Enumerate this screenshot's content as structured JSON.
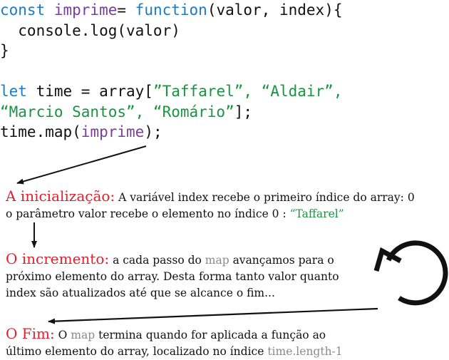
{
  "code": {
    "lines": [
      [
        {
          "t": "const ",
          "c": "kw"
        },
        {
          "t": "imprime",
          "c": "fn"
        },
        {
          "t": "= ",
          "c": ""
        },
        {
          "t": "function",
          "c": "kw"
        },
        {
          "t": "(valor, index){",
          "c": ""
        }
      ],
      [
        {
          "t": "  console.log(valor)",
          "c": ""
        }
      ],
      [
        {
          "t": "}",
          "c": ""
        }
      ],
      [
        {
          "t": "",
          "c": ""
        }
      ],
      [
        {
          "t": "let ",
          "c": "kw"
        },
        {
          "t": "time = array[",
          "c": ""
        },
        {
          "t": "”Taffarel”, “Aldair”,",
          "c": "str"
        }
      ],
      [
        {
          "t": "“Marcio Santos”, “Romário”",
          "c": "str"
        },
        {
          "t": "];",
          "c": ""
        }
      ],
      [
        {
          "t": "time.map(",
          "c": ""
        },
        {
          "t": "imprime",
          "c": "fn"
        },
        {
          "t": ");",
          "c": ""
        }
      ]
    ]
  },
  "annotations": {
    "init": {
      "title": "A inicialização:",
      "line1": " A variável index recebe o primeiro índice do array: 0",
      "line2": "o parâmetro valor recebe o elemento no índice 0 : ",
      "highlight": "“Taffarel”"
    },
    "increment": {
      "title": "O incremento:",
      "line1a": " a cada passo do ",
      "ref": "map",
      "line1b": " avançamos para o",
      "line2": "próximo elemento do array. Desta forma tanto valor quanto",
      "line3": "index são atualizados até que se alcance o fim..."
    },
    "end": {
      "title": "O Fim:",
      "line1a": " O ",
      "ref": "map",
      "line1b": " termina quando for aplicada a função ao",
      "line2": "último elemento do array, localizado no índice ",
      "ref2": "time.length-1"
    }
  },
  "colors": {
    "keyword": "#1c7bc4",
    "function_name": "#7b3d9b",
    "string": "#1a9440",
    "annotation_title": "#e3202b",
    "code_reference": "#8a8a8a"
  }
}
